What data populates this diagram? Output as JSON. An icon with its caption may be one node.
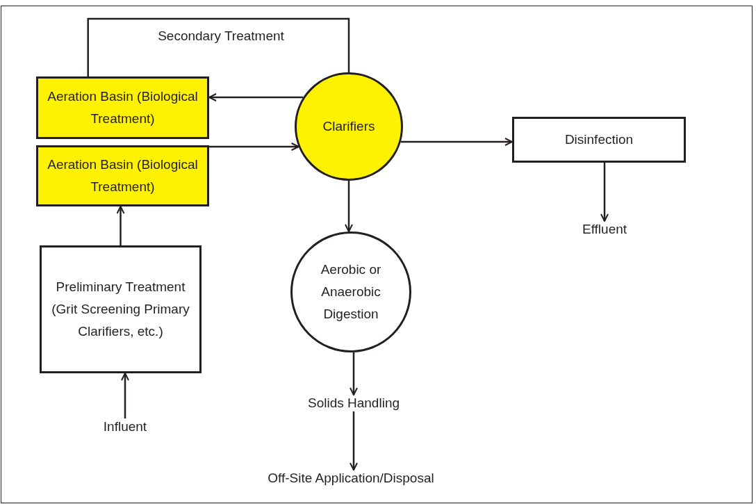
{
  "diagram": {
    "nodes": [
      {
        "text": [
          "Aeration Basin (Biological Treatment)"
        ]
      },
      {
        "text": [
          "Aeration Basin (Biological Treatment)"
        ]
      },
      {
        "text": [
          "Clarifiers"
        ]
      },
      {
        "text": [
          "Disinfection"
        ]
      },
      {
        "text": [
          "Effluent"
        ]
      },
      {
        "text": [
          "Preliminary Treatment (Grit Screening Primary Clarifiers, etc.)"
        ]
      },
      {
        "text": [
          "Influent"
        ]
      },
      {
        "text": [
          "Aerobic or Anaerobic Digestion"
        ]
      },
      {
        "text": [
          "Solids Handling"
        ]
      },
      {
        "text": [
          "Off-Site Application/Disposal"
        ]
      }
    ],
    "edges": [
      {
        "from": 0,
        "to": 2,
        "arrow": "none",
        "label": "Secondary Treatment"
      },
      {
        "from": 2,
        "to": 0,
        "arrow": "to"
      },
      {
        "from": 1,
        "to": 2,
        "arrow": "to"
      },
      {
        "from": 2,
        "to": 3,
        "arrow": "to"
      },
      {
        "from": 3,
        "to": 4,
        "arrow": "to"
      },
      {
        "from": 2,
        "to": 7,
        "arrow": "to"
      },
      {
        "from": 7,
        "to": 8,
        "arrow": "to"
      },
      {
        "from": 8,
        "to": 9,
        "arrow": "to"
      },
      {
        "from": 5,
        "to": 1,
        "arrow": "to"
      },
      {
        "from": 6,
        "to": 5,
        "arrow": "to"
      }
    ]
  }
}
